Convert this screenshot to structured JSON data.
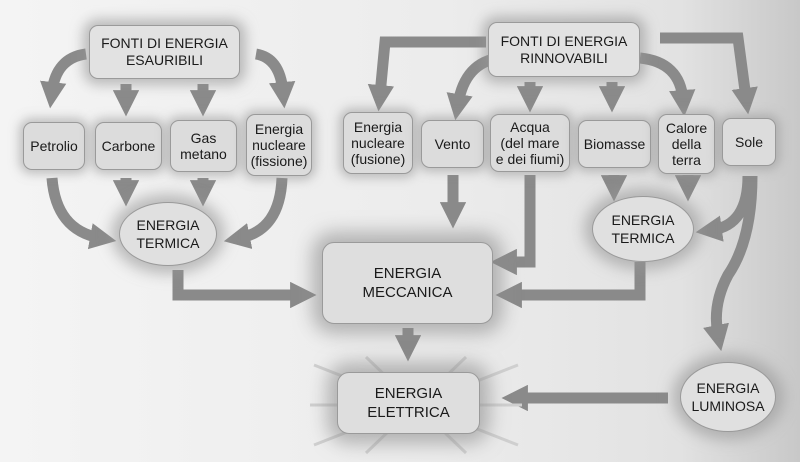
{
  "sources": {
    "exhaustible": "FONTI DI ENERGIA\nESAURIBILI",
    "renewable": "FONTI DI ENERGIA\nRINNOVABILI"
  },
  "exhaustible_items": {
    "petrolio": "Petrolio",
    "carbone": "Carbone",
    "gas": "Gas\nmetano",
    "nucleare_fissione": "Energia\nnucleare\n(fissione)"
  },
  "renewable_items": {
    "nucleare_fusione": "Energia\nnucleare\n(fusione)",
    "vento": "Vento",
    "acqua": "Acqua\n(del mare\ne dei fiumi)",
    "biomasse": "Biomasse",
    "calore_terra": "Calore\ndella\nterra",
    "sole": "Sole"
  },
  "forms": {
    "termica_left": "ENERGIA\nTERMICA",
    "termica_right": "ENERGIA\nTERMICA",
    "meccanica": "ENERGIA\nMECCANICA",
    "elettrica": "ENERGIA\nELETTRICA",
    "luminosa": "ENERGIA\nLUMINOSA"
  }
}
